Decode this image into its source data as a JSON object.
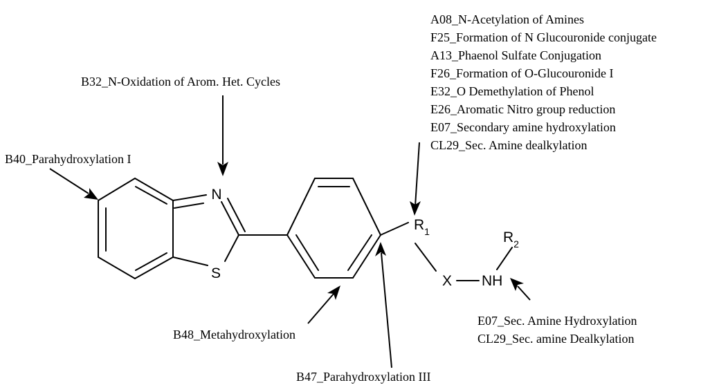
{
  "atoms": {
    "n": "N",
    "s": "S",
    "r1": "R",
    "r1_sub": "1",
    "r2": "R",
    "r2_sub": "2",
    "x": "X",
    "nh": "NH"
  },
  "labels": {
    "top_right": [
      "A08_N-Acetylation of Amines",
      "F25_Formation of N Glucouronide conjugate",
      "A13_Phaenol Sulfate Conjugation",
      "F26_Formation of O-Glucouronide I",
      "E32_O Demethylation of Phenol",
      "E26_Aromatic Nitro group reduction",
      "E07_Secondary amine hydroxylation",
      "CL29_Sec. Amine dealkylation"
    ],
    "b32": "B32_N-Oxidation of Arom. Het. Cycles",
    "b40": "B40_Parahydroxylation I",
    "b48": "B48_Metahydroxylation",
    "b47": "B47_Parahydroxylation III",
    "nh_sites": [
      "E07_Sec. Amine Hydroxylation",
      "CL29_Sec. amine Dealkylation"
    ]
  }
}
